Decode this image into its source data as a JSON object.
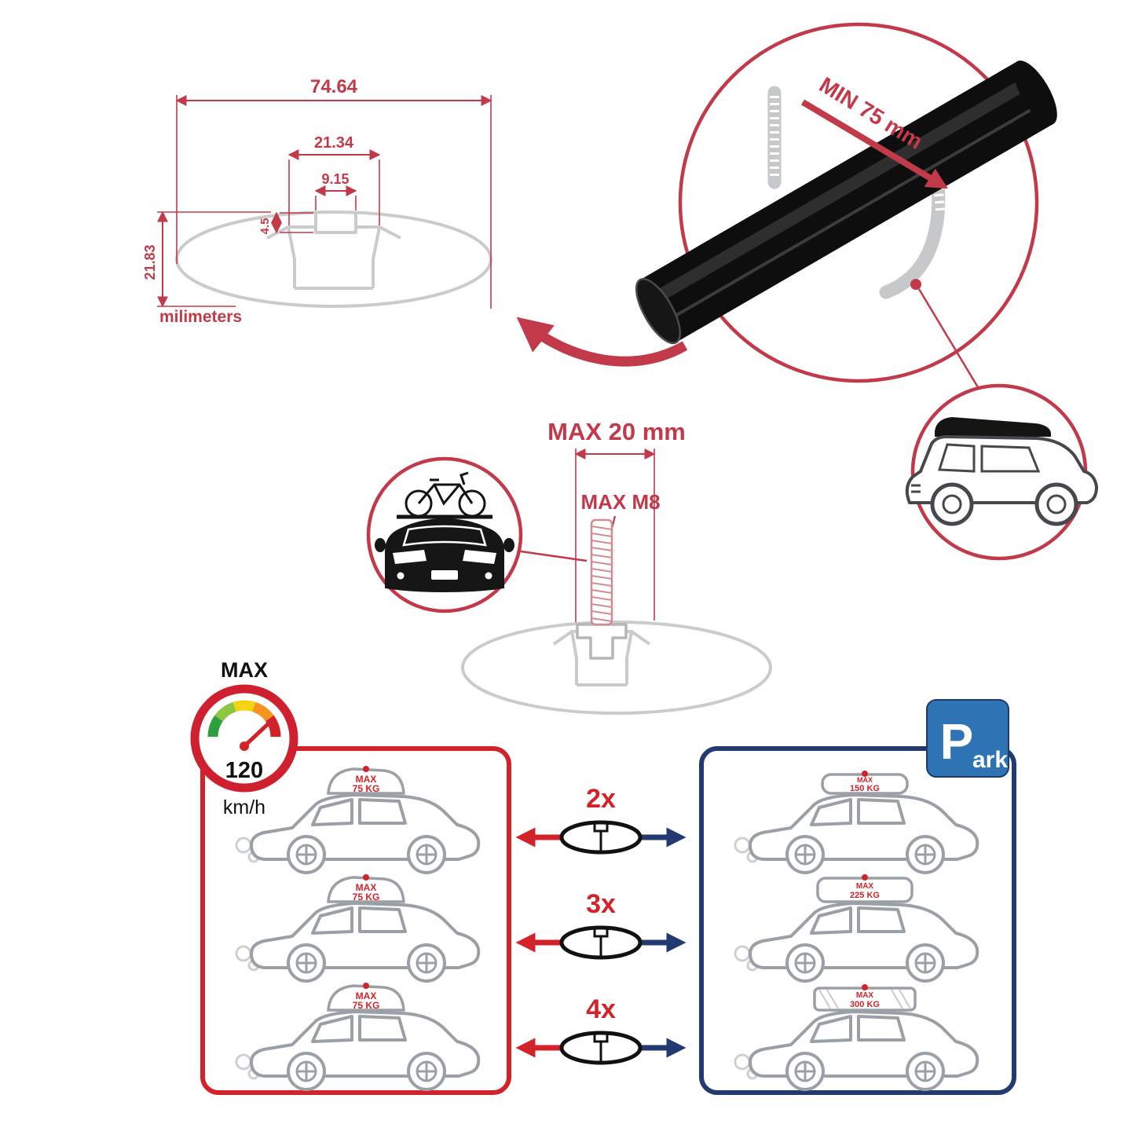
{
  "dimensions": {
    "total_width": "74.64",
    "channel_width": "21.34",
    "slot_width": "9.15",
    "slot_depth": "4.5",
    "total_height": "21.83",
    "units_label": "milimeters"
  },
  "detail": {
    "min_clamp": "MIN 75 mm"
  },
  "bolt": {
    "max_length": "MAX 20 mm",
    "max_thread": "MAX M8"
  },
  "speed_limit": {
    "title": "MAX",
    "value": "120",
    "unit": "km/h"
  },
  "load_comparison": {
    "multipliers": [
      "2x",
      "3x",
      "4x"
    ],
    "left_cars": [
      {
        "label_top": "MAX",
        "label_bottom": "75 KG"
      },
      {
        "label_top": "MAX",
        "label_bottom": "75 KG"
      },
      {
        "label_top": "MAX",
        "label_bottom": "75 KG"
      }
    ],
    "right_cars": [
      {
        "label_top": "MAX",
        "label_bottom": "150 KG"
      },
      {
        "label_top": "MAX",
        "label_bottom": "225 KG"
      },
      {
        "label_top": "MAX",
        "label_bottom": "300 KG"
      }
    ],
    "park_sign": {
      "letter": "P",
      "rest": "ark"
    }
  },
  "colors": {
    "dim_red": "#c23a4a",
    "bright_red": "#d2232a",
    "navy": "#223a70",
    "sign_blue": "#2e74b5",
    "profile_gray": "#c9cbcd",
    "car_gray": "#9aa0a6",
    "bar_black": "#0e0e0e"
  }
}
